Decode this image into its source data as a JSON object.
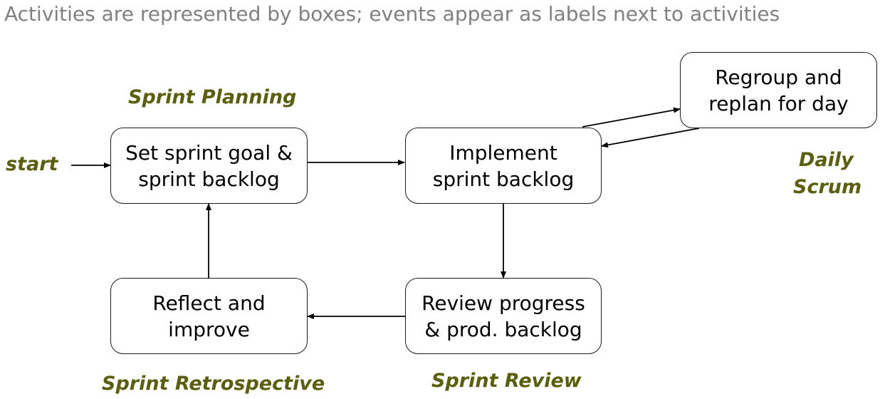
{
  "caption": "Activities are represented by boxes; events appear as labels next to activities",
  "colors": {
    "event_label": "#5a5e0e",
    "caption": "#808080",
    "box_border": "#1a1a1a",
    "arrow": "#000000"
  },
  "activities": {
    "set_goal": {
      "line1": "Set sprint goal &",
      "line2": "sprint backlog"
    },
    "implement": {
      "line1": "Implement",
      "line2": "sprint backlog"
    },
    "regroup": {
      "line1": "Regroup and",
      "line2": "replan for day"
    },
    "review": {
      "line1": "Review progress",
      "line2": "& prod. backlog"
    },
    "reflect": {
      "line1": "Reflect and",
      "line2": "improve"
    }
  },
  "events": {
    "start": "start",
    "sprint_planning": "Sprint Planning",
    "daily_scrum_line1": "Daily",
    "daily_scrum_line2": "Scrum",
    "sprint_review": "Sprint Review",
    "sprint_retrospective": "Sprint Retrospective"
  }
}
